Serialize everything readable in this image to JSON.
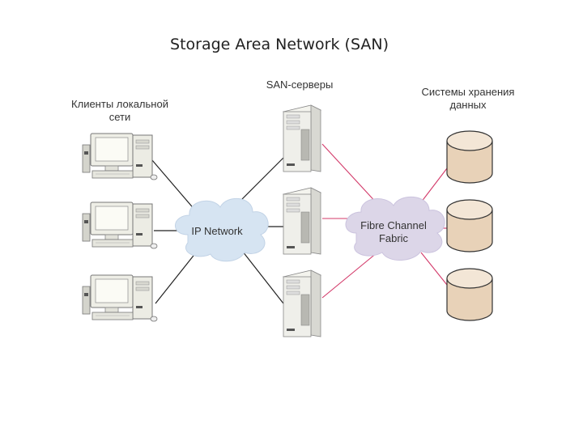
{
  "title": "Storage Area Network (SAN)",
  "labels": {
    "clients_line1": "Клиенты локальной",
    "clients_line2": "сети",
    "servers": "SAN-серверы",
    "storage_line1": "Системы хранения",
    "storage_line2": "данных",
    "ip_network": "IP Network",
    "fc_line1": "Fibre Channel",
    "fc_line2": "Fabric"
  },
  "colors": {
    "ip_cloud": "#d6e4f2",
    "fc_cloud": "#dcd6e8",
    "storage_fill": "#e8d2b8",
    "lan_link": "#222222",
    "san_link": "#d33a6a"
  },
  "icons": {
    "client": "desktop-computer-icon",
    "server": "tower-server-icon",
    "storage": "disk-cylinder-icon"
  }
}
